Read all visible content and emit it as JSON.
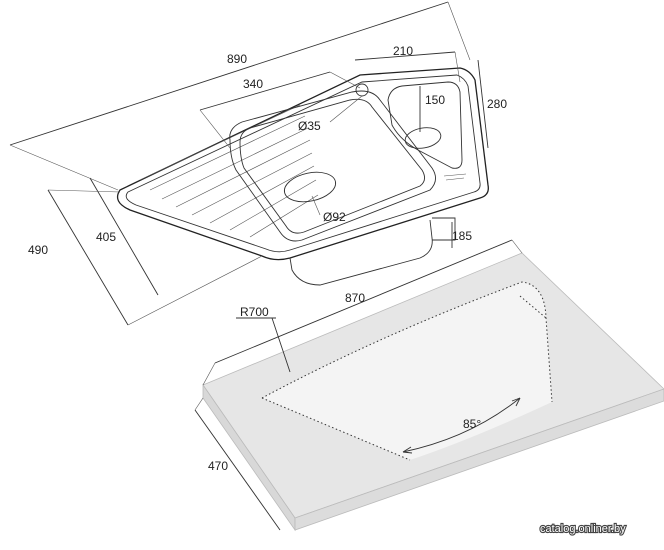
{
  "dimensions": {
    "d890": "890",
    "d340": "340",
    "d210": "210",
    "d150": "150",
    "d280": "280",
    "d35": "Ø35",
    "d92": "Ø92",
    "d405": "405",
    "d490": "490",
    "d185": "185",
    "d870": "870",
    "r700": "R700",
    "a85": "85°",
    "d470": "470"
  },
  "watermark": "catalog.onliner.by",
  "colors": {
    "line": "#333333",
    "countertop": "#e6e6e6",
    "cutout_edge": "#f4f4f4"
  }
}
